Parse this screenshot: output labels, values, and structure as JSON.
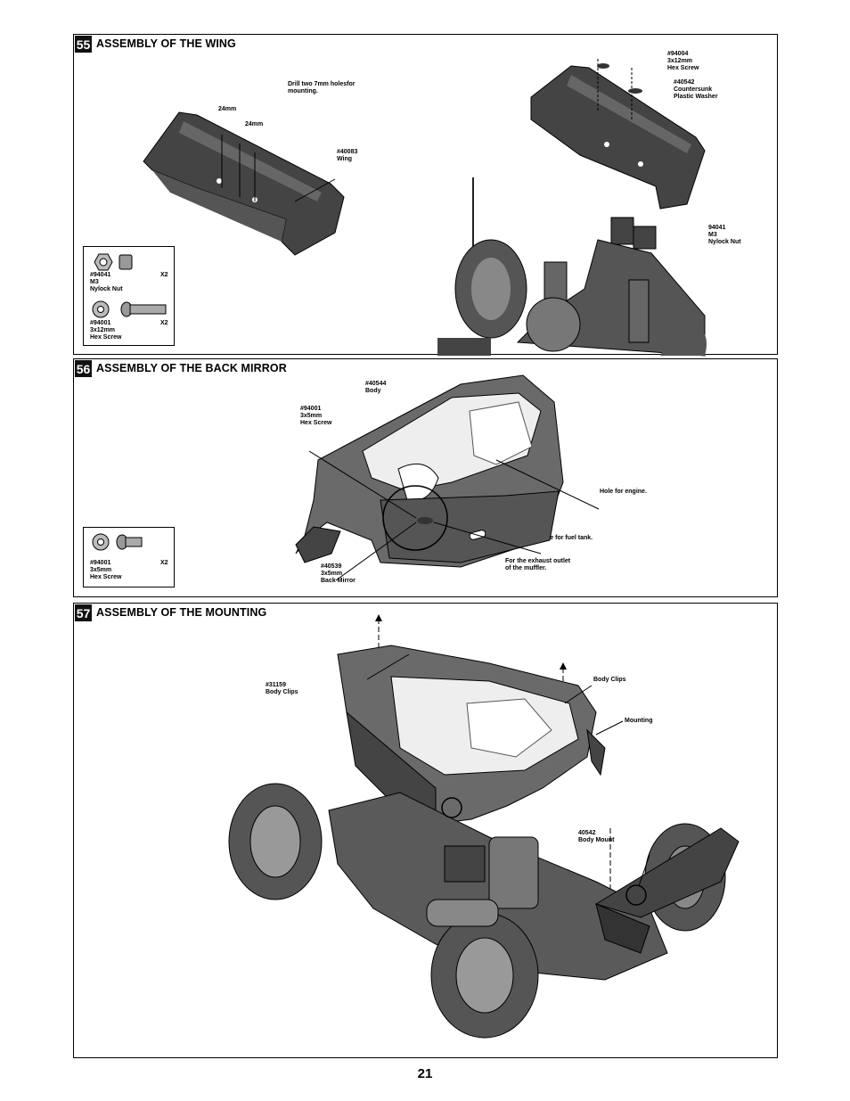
{
  "page_number": "21",
  "steps": [
    {
      "number": "55",
      "title": "ASSEMBLY OF THE WING",
      "note": "Drill two 7mm holesfor\nmounting.",
      "dims": [
        "24mm",
        "24mm"
      ],
      "labels": {
        "wing": "#40083\nWing",
        "screw": "#94004\n3x12mm\nHex Screw",
        "washer": "#40542\nCountersunk\nPlastic Washer",
        "nut": "94041\nM3\nNylock Nut"
      },
      "parts": [
        {
          "label": "#94041\nM3\nNylock Nut",
          "qty": "X2"
        },
        {
          "label": "#94001\n3x12mm\nHex Screw",
          "qty": "X2"
        }
      ]
    },
    {
      "number": "56",
      "title": "ASSEMBLY OF THE BACK MIRROR",
      "labels": {
        "body": "#40544\nBody",
        "screw": "#94001\n3x5mm\nHex Screw",
        "engine": "Hole for engine.",
        "fuel": "Hole for fuel tank.",
        "exhaust": "For the exhaust outlet\nof the muffler.",
        "mirror": "#40539\n3x5mm\nBack Mirror"
      },
      "parts": [
        {
          "label": "#94001\n3x5mm\nHex Screw",
          "qty": "X2"
        }
      ]
    },
    {
      "number": "57",
      "title": "ASSEMBLY OF THE MOUNTING",
      "labels": {
        "clips_left": "#31159\nBody Clips",
        "clips_right": "Body Clips",
        "mounting": "Mounting",
        "body_mount": "40542\nBody Mount"
      }
    }
  ],
  "icons": [
    "nylock-nut-icon",
    "hex-screw-icon",
    "washer-icon"
  ]
}
